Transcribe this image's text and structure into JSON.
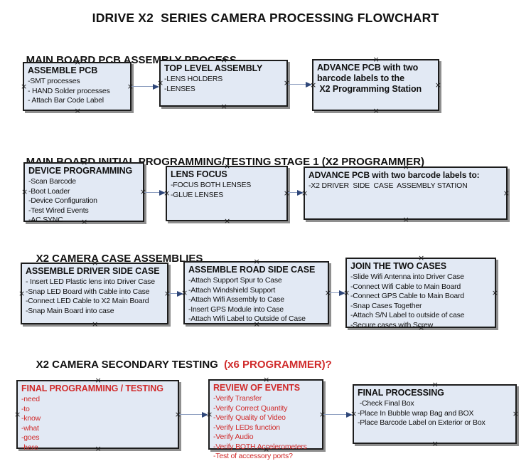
{
  "title": "IDRIVE X2  SERIES CAMERA PROCESSING FLOWCHART",
  "colors": {
    "box_fill": "#e2e9f4",
    "box_border": "#1c1c1c",
    "shadow": "#8f8f8f",
    "arrow_line": "#8b9cbe",
    "arrow_head": "#2f4779",
    "red": "#d02b2b",
    "text": "#111111"
  },
  "sections": [
    {
      "heading": "MAIN BOARD PCB ASSEMBLY PROCESS",
      "boxes": [
        {
          "title": "ASSEMBLE PCB",
          "items": [
            "-SMT processes",
            "- HAND Solder processes",
            "- Attach Bar Code Label"
          ]
        },
        {
          "title": "TOP LEVEL ASSEMBLY",
          "items": [
            "-LENS HOLDERS",
            "-LENSES"
          ]
        },
        {
          "title": "ADVANCE PCB with two\nbarcode labels to the\n X2 Programming Station",
          "items": []
        }
      ]
    },
    {
      "heading": "MAIN BOARD INITIAL PROGRAMMING/TESTING STAGE 1 (X2 PROGRAMMER)",
      "boxes": [
        {
          "title": "DEVICE PROGRAMMING",
          "items": [
            "-Scan Barcode",
            "-Boot Loader",
            "-Device Configuration",
            "-Test Wired Events",
            "-AC SYNC"
          ]
        },
        {
          "title": "LENS FOCUS",
          "items": [
            "-FOCUS BOTH LENSES",
            "-GLUE LENSES"
          ]
        },
        {
          "title": "ADVANCE PCB with two barcode labels to:",
          "items": [
            "-X2 DRIVER  SIDE  CASE  ASSEMBLY STATION"
          ]
        }
      ]
    },
    {
      "heading": "X2 CAMERA CASE ASSEMBLIES",
      "boxes": [
        {
          "title": "ASSEMBLE DRIVER SIDE CASE",
          "items": [
            "- Insert LED Plastic lens into Driver Case",
            "-Snap LED Board with Cable into Case",
            "-Connect LED Cable to X2 Main Board",
            "-Snap Main Board into case"
          ]
        },
        {
          "title": "ASSEMBLE ROAD SIDE CASE",
          "items": [
            "-Attach Support Spur to Case",
            "-Attach Windshield Support",
            "-Attach Wifi Assembly to Case",
            "-Insert GPS Module into Case",
            "-Attach Wifi Label to Outside of Case"
          ]
        },
        {
          "title": "JOIN THE TWO CASES",
          "items": [
            "-Slide Wifi Antenna into Driver Case",
            "-Connect Wifi Cable to Main Board",
            "-Connect GPS Cable to Main Board",
            "-Snap Cases Together",
            "-Attach S/N Label to outside of case",
            "-Secure cases with Screw"
          ]
        }
      ]
    },
    {
      "heading": "X2 CAMERA SECONDARY TESTING",
      "heading_red": "  (x6 PROGRAMMER)?",
      "boxes": [
        {
          "title": "FINAL PROGRAMMING / TESTING",
          "items": [
            "-need",
            "-to",
            "-know",
            "-what",
            "-goes",
            "-here"
          ]
        },
        {
          "title": "REVIEW OF EVENTS",
          "items": [
            "-Verify Transfer",
            "-Verify Correct Quantity",
            "-Verify Quality of Video",
            "-Verify LEDs function",
            "-Verify Audio",
            "-Verify BOTH Accelerometers",
            "-Test of accessory ports?"
          ]
        },
        {
          "title": "FINAL PROCESSING",
          "items": [
            " -Check Final Box",
            "-Place In Bubble wrap Bag and BOX",
            "-Place Barcode Label on Exterior or Box"
          ]
        }
      ]
    }
  ]
}
